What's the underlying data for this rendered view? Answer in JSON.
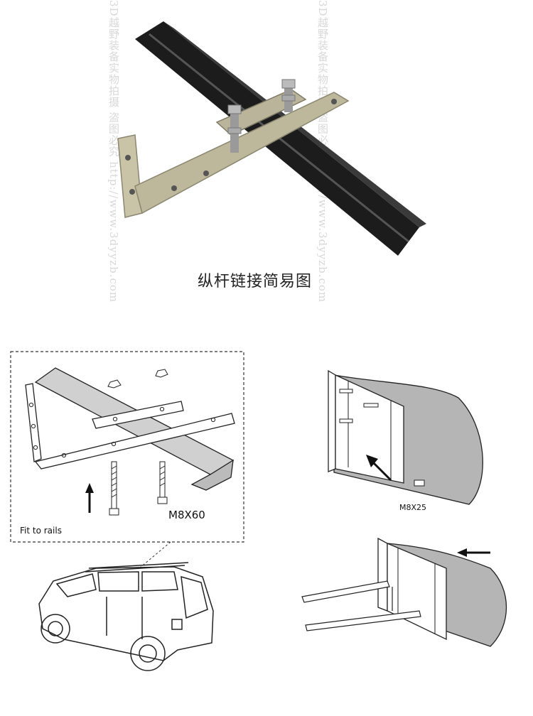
{
  "photo": {
    "caption": "纵杆链接简易图"
  },
  "install": {
    "fit_label": "Fit to rails",
    "bolt_label": "M8X60"
  },
  "spoiler": {
    "bolt_label": "M8X25"
  },
  "watermark": {
    "col1": "3D越野装备实物拍摄 盗图必究 http://www.3dyyzb.com",
    "col2": "3D越野装备实物拍摄 盗图必究 http://www.3dyyzb.com"
  },
  "colors": {
    "rail": "#1c1c1c",
    "bracket": "#b8b39a",
    "spoiler_fill": "#b5b5b5",
    "line": "#222222"
  }
}
